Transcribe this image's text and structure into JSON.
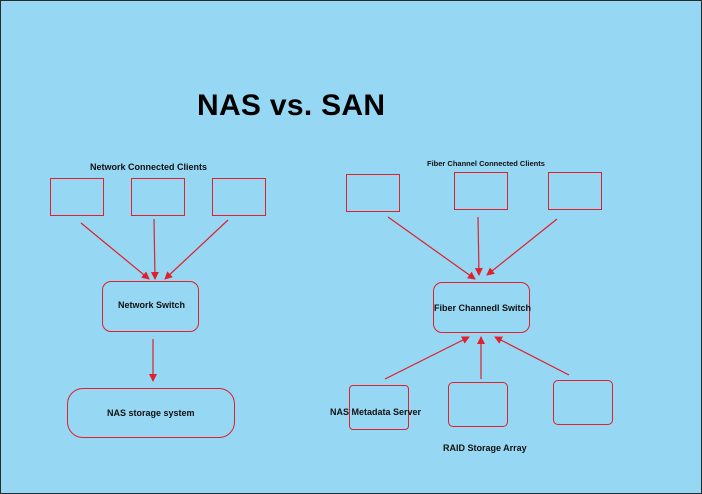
{
  "title": "NAS vs. SAN",
  "colors": {
    "background": "#96d7f4",
    "stroke": "#e0202a",
    "text": "#111111"
  },
  "nas": {
    "clients_label": "Network Connected Clients",
    "switch_label": "Network Switch",
    "storage_label": "NAS storage system"
  },
  "san": {
    "clients_label": "Fiber Channel Connected Clients",
    "switch_label": "Fiber Channedl Switch",
    "metadata_label": "NAS Metadata Server",
    "raid_label": "RAID Storage Array"
  }
}
